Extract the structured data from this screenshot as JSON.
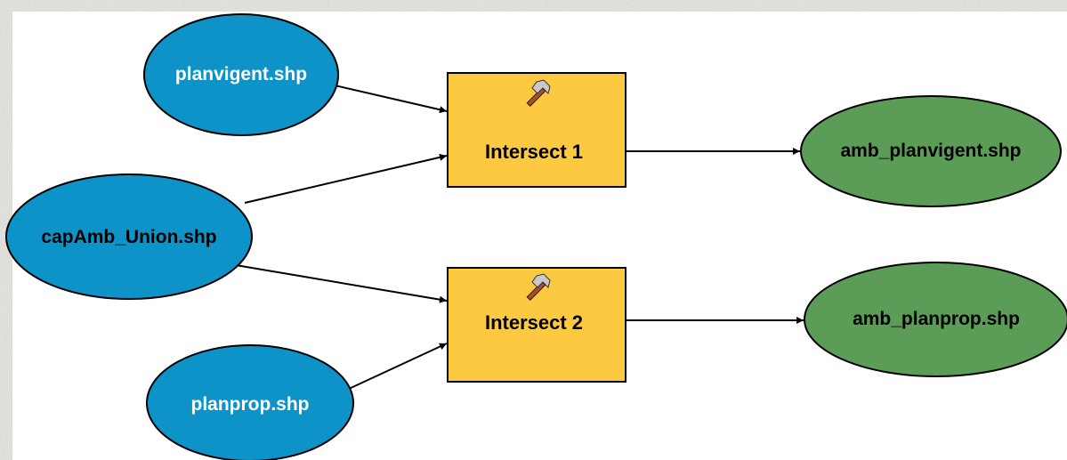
{
  "colors": {
    "page_bg": "#e7e6e2",
    "canvas_bg": "#ffffff",
    "input_fill": "#0d93c8",
    "input_text": "#ffffff",
    "tool_fill": "#fcc940",
    "output_fill": "#5b9c57",
    "text_dark": "#000000",
    "edge": "#000000"
  },
  "inputs": [
    {
      "id": "planvigent",
      "label": "planvigent.shp",
      "icon": null
    },
    {
      "id": "capamb",
      "label": "capAmb_Union.shp",
      "icon": null
    },
    {
      "id": "planprop",
      "label": "planprop.shp",
      "icon": null
    }
  ],
  "tools": [
    {
      "id": "intersect1",
      "label": "Intersect 1",
      "icon": "hammer-icon"
    },
    {
      "id": "intersect2",
      "label": "Intersect 2",
      "icon": "hammer-icon"
    }
  ],
  "outputs": [
    {
      "id": "amb_planvigent",
      "label": "amb_planvigent.shp"
    },
    {
      "id": "amb_planprop",
      "label": "amb_planprop.shp"
    }
  ],
  "edges": [
    {
      "from": "planvigent",
      "to": "intersect1"
    },
    {
      "from": "capamb",
      "to": "intersect1"
    },
    {
      "from": "capamb",
      "to": "intersect2"
    },
    {
      "from": "planprop",
      "to": "intersect2"
    },
    {
      "from": "intersect1",
      "to": "amb_planvigent"
    },
    {
      "from": "intersect2",
      "to": "amb_planprop"
    }
  ]
}
